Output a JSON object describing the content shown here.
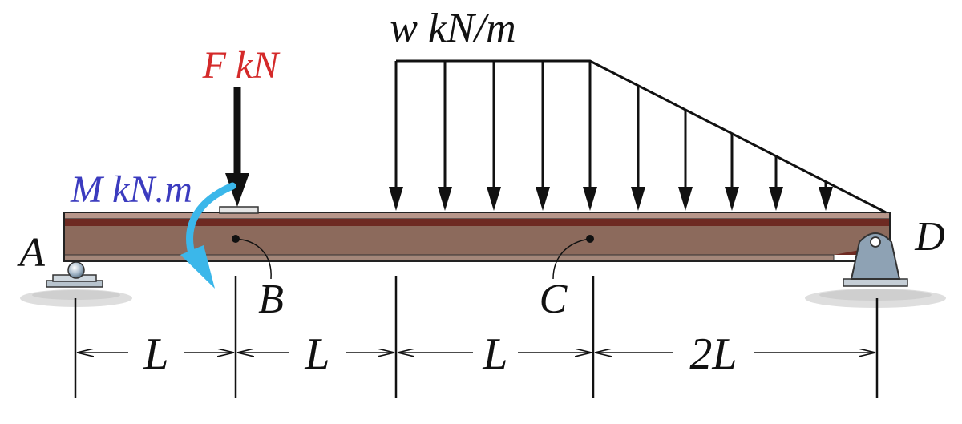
{
  "labels": {
    "distributed_load": "w kN/m",
    "point_force": "F kN",
    "moment": "M kN.m",
    "point_a": "A",
    "point_b": "B",
    "point_c": "C",
    "point_d": "D"
  },
  "dimensions": [
    "L",
    "L",
    "L",
    "2L"
  ],
  "colors": {
    "force_label": "#d42a2a",
    "moment_label": "#3b3bbf",
    "moment_arrow": "#3bb7ea",
    "beam_body": "#8c6a5c",
    "beam_flange": "#6e2a22",
    "support_fill": "#8ea2b4",
    "ground": "#cfcfcf",
    "ink": "#111111"
  },
  "icons": {
    "support_a": "roller-support-icon",
    "support_d": "pin-support-icon",
    "moment": "curved-moment-arrow-icon"
  }
}
